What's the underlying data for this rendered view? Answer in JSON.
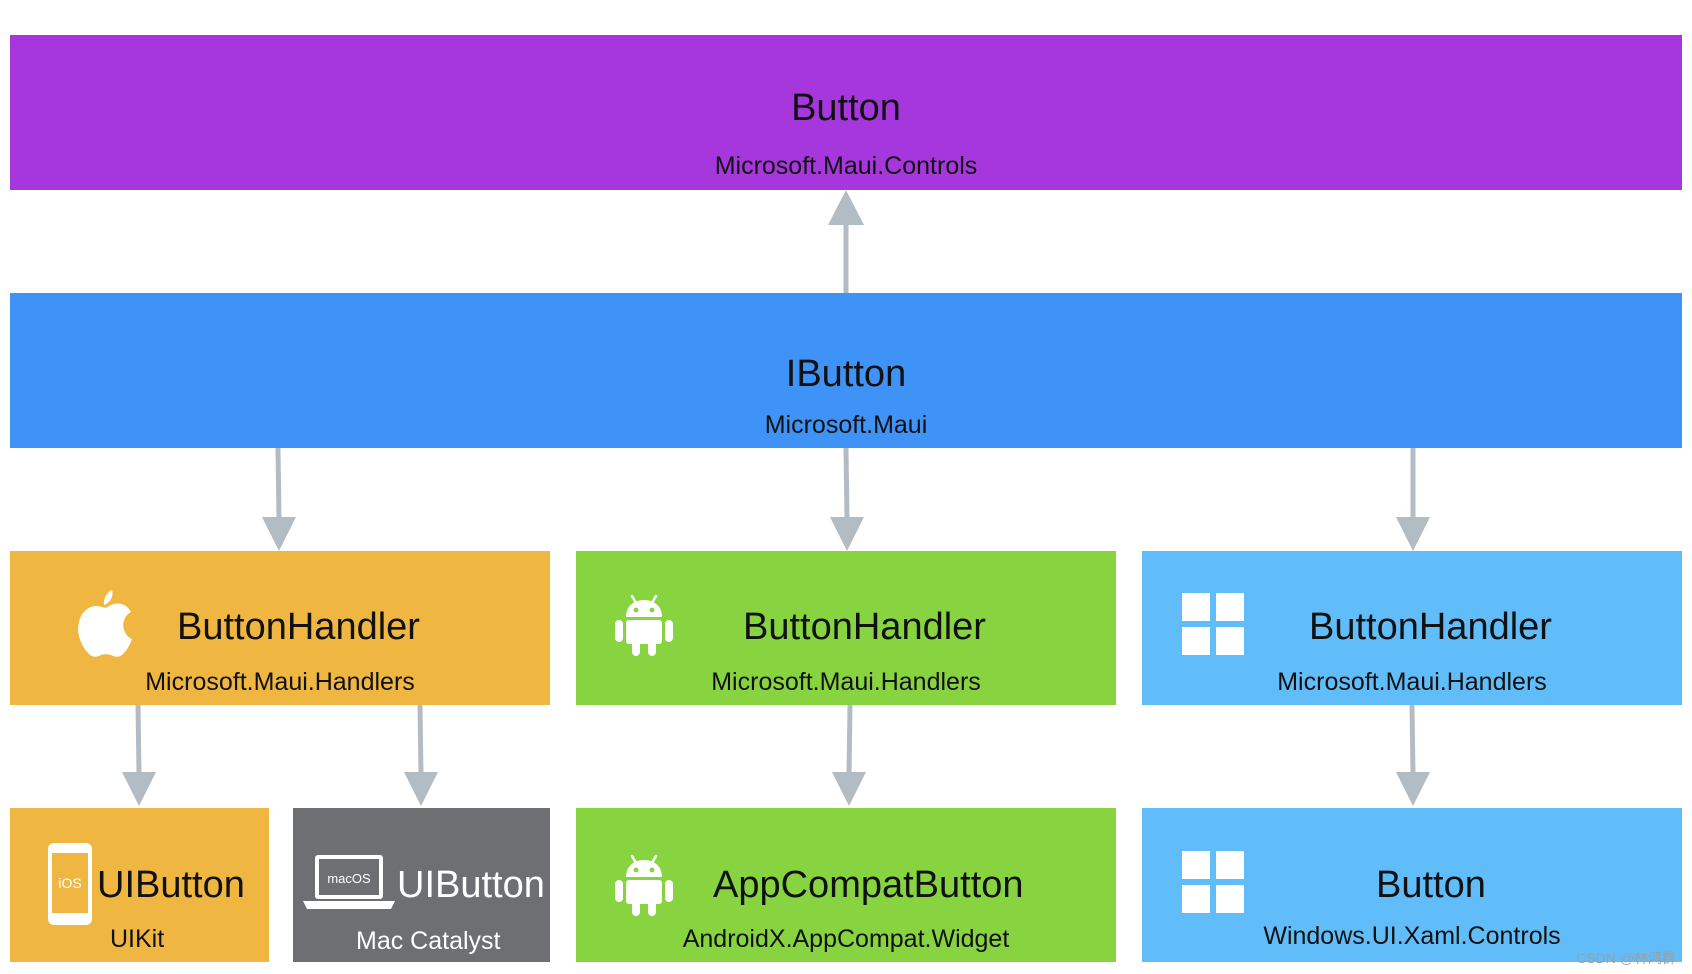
{
  "colors": {
    "controls": "#a537dc",
    "core": "#3f93f7",
    "apple": "#efb742",
    "android": "#87d340",
    "windows": "#60bdf9",
    "mac": "#6d6f72",
    "arrow": "#b4bcc3"
  },
  "controls": {
    "title": "Button",
    "namespace": "Microsoft.Maui.Controls"
  },
  "core": {
    "title": "IButton",
    "namespace": "Microsoft.Maui"
  },
  "handlers": [
    {
      "platform": "apple",
      "icon": "apple-icon",
      "title": "ButtonHandler",
      "namespace": "Microsoft.Maui.Handlers"
    },
    {
      "platform": "android",
      "icon": "android-icon",
      "title": "ButtonHandler",
      "namespace": "Microsoft.Maui.Handlers"
    },
    {
      "platform": "windows",
      "icon": "windows-icon",
      "title": "ButtonHandler",
      "namespace": "Microsoft.Maui.Handlers"
    }
  ],
  "natives": [
    {
      "platform": "ios",
      "icon": "iphone-icon",
      "icon_label": "iOS",
      "title": "UIButton",
      "namespace": "UIKit"
    },
    {
      "platform": "maccatalyst",
      "icon": "laptop-icon",
      "icon_label": "macOS",
      "title": "UIButton",
      "namespace": "Mac Catalyst"
    },
    {
      "platform": "android",
      "icon": "android-icon",
      "title": "AppCompatButton",
      "namespace": "AndroidX.AppCompat.Widget"
    },
    {
      "platform": "windows",
      "icon": "windows-icon",
      "title": "Button",
      "namespace": "Windows.UI.Xaml.Controls"
    }
  ],
  "watermark": "CSDN @林鸿群"
}
